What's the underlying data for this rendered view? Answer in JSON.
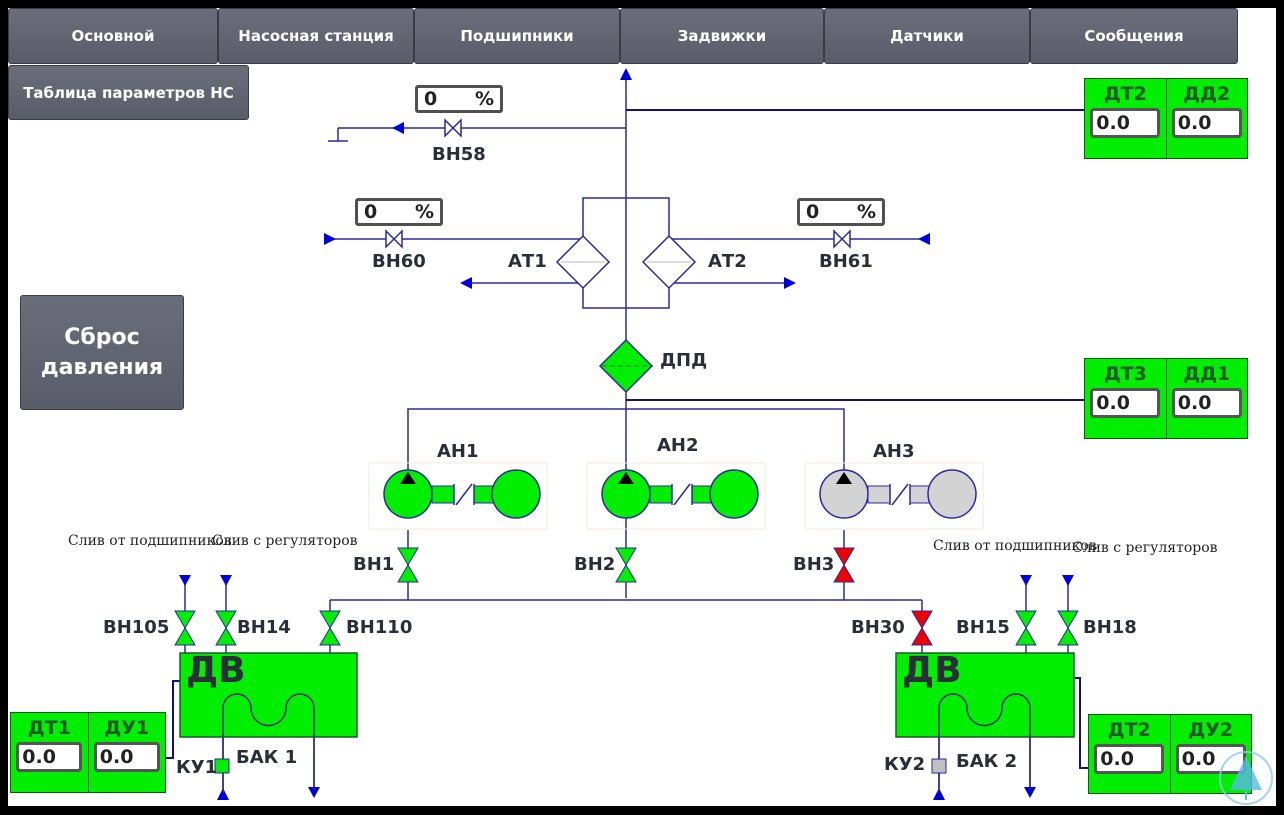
{
  "nav": {
    "tabs": [
      {
        "label": "Основной"
      },
      {
        "label": "Насосная станция"
      },
      {
        "label": "Подшипники"
      },
      {
        "label": "Задвижки"
      },
      {
        "label": "Датчики"
      },
      {
        "label": "Сообщения"
      }
    ],
    "params_table_label": "Таблица параметров НС",
    "reset_pressure_label": "Сброс давления"
  },
  "valves_pct": {
    "vn58": {
      "label": "ВН58",
      "value": "0",
      "unit": "%"
    },
    "vn60": {
      "label": "ВН60",
      "value": "0",
      "unit": "%"
    },
    "vn61": {
      "label": "ВН61",
      "value": "0",
      "unit": "%"
    }
  },
  "heat_exchangers": {
    "at1": "АТ1",
    "at2": "АТ2"
  },
  "dpd_label": "ДПД",
  "pumps": [
    {
      "label": "АН1",
      "state": "on",
      "color": "#00ee00"
    },
    {
      "label": "АН2",
      "state": "on",
      "color": "#00ee00"
    },
    {
      "label": "АН3",
      "state": "off",
      "color": "#d3d3d3"
    }
  ],
  "valves": {
    "vn1": {
      "label": "ВН1",
      "state": "open",
      "color": "#00ee00"
    },
    "vn2": {
      "label": "ВН2",
      "state": "open",
      "color": "#00ee00"
    },
    "vn3": {
      "label": "ВН3",
      "state": "closed",
      "color": "#ee0000"
    },
    "vn105": {
      "label": "ВН105",
      "state": "open",
      "color": "#00ee00"
    },
    "vn14": {
      "label": "ВН14",
      "state": "open",
      "color": "#00ee00"
    },
    "vn110": {
      "label": "ВН110",
      "state": "open",
      "color": "#00ee00"
    },
    "vn30": {
      "label": "ВН30",
      "state": "closed",
      "color": "#ee0000"
    },
    "vn15": {
      "label": "ВН15",
      "state": "open",
      "color": "#00ee00"
    },
    "vn18": {
      "label": "ВН18",
      "state": "open",
      "color": "#00ee00"
    }
  },
  "drains": {
    "bearings_1": "Слив от подшипников",
    "regulators_1": "Слив с регуляторов",
    "bearings_2": "Слив от подшипников",
    "regulators_2": "Слив с регуляторов"
  },
  "tanks": [
    {
      "motor_label": "ДВ",
      "tank_label": "БАК 1",
      "ku_label": "КУ1",
      "ku_color": "#00ee00"
    },
    {
      "motor_label": "ДВ",
      "tank_label": "БАК 2",
      "ku_label": "КУ2",
      "ku_color": "#c0c0c0"
    }
  ],
  "sensors": {
    "top": [
      {
        "label": "ДТ2",
        "value": "0.0"
      },
      {
        "label": "ДД2",
        "value": "0.0"
      }
    ],
    "middle": [
      {
        "label": "ДТ3",
        "value": "0.0"
      },
      {
        "label": "ДД1",
        "value": "0.0"
      }
    ],
    "tank1": [
      {
        "label": "ДТ1",
        "value": "0.0"
      },
      {
        "label": "ДУ1",
        "value": "0.0"
      }
    ],
    "tank2": [
      {
        "label": "ДТ2",
        "value": "0.0"
      },
      {
        "label": "ДУ2",
        "value": "0.0"
      }
    ]
  },
  "colors": {
    "pipe": "#1a1aaa",
    "running": "#00ee00",
    "stopped": "#d3d3d3",
    "alarm": "#ee0000",
    "button": "#5f626e"
  }
}
